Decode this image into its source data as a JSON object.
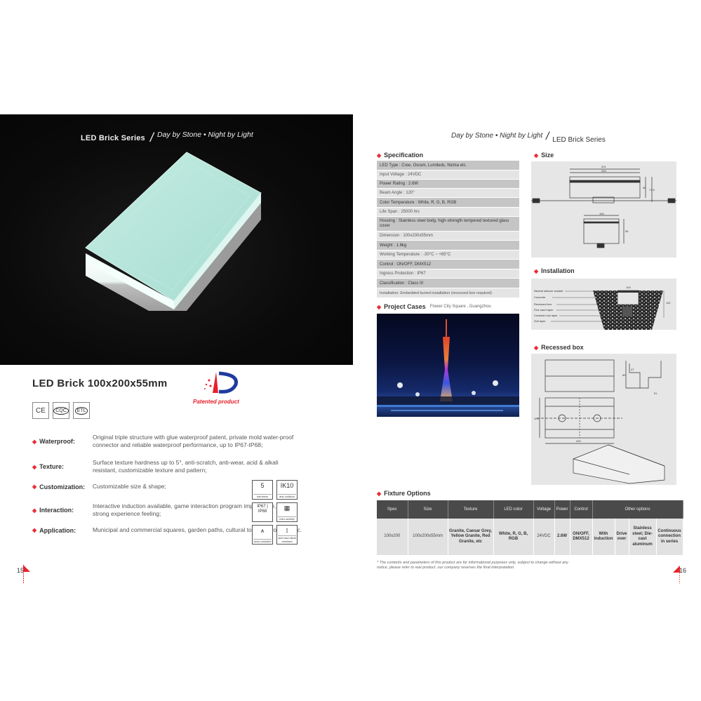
{
  "left_page": {
    "hero": {
      "series": "LED Brick Series",
      "slash": "/",
      "motto": "Day by Stone  •  Night by Light"
    },
    "product_title": "LED Brick 100x200x55mm",
    "patent_label": "Patented product",
    "certifications": [
      {
        "name": "CE",
        "label": "CE"
      },
      {
        "name": "CQC",
        "label": "CQC"
      },
      {
        "name": "ETL",
        "label": "ETL"
      }
    ],
    "features": [
      {
        "label": "Waterproof:",
        "text": "Original triple structure with glue waterproof patent, private mold water-proof connector and reliable waterproof performance, up to IP67-IP68;"
      },
      {
        "label": "Texture:",
        "text": "Surface texture hardness up to 5°, anti-scratch, anti-wear, acid & alkali resistant, customizable texture and pattern;"
      },
      {
        "label": "Customization:",
        "text": "Customizable size & shape;"
      },
      {
        "label": "Interaction:",
        "text": "Interactive induction available, game interaction program implantable, with strong experience feeling;"
      },
      {
        "label": "Application:",
        "text": "Municipal and commercial squares, garden paths, cultural tourism projects, etc."
      }
    ],
    "badges": [
      {
        "big": "5",
        "small": "hardness"
      },
      {
        "big": "IK10",
        "small": "anti-collision"
      },
      {
        "big": "IP67 | IP68",
        "small": ""
      },
      {
        "big": "▦",
        "small": "inter-activity"
      },
      {
        "big": "⩚",
        "small": "wear-resistant"
      },
      {
        "big": "⟟",
        "small": "acid and alkali resistant"
      }
    ],
    "page_number": "15"
  },
  "right_page": {
    "tagline": {
      "motto": "Day by Stone  •  Night by Light",
      "slash": "/",
      "series": "LED Brick Series"
    },
    "specification": {
      "title": "Specification",
      "rows": [
        {
          "text": "LED Type : Cree, Osram, Lumileds, Nichia etc.",
          "shade": "dark"
        },
        {
          "text": "Input Voltage : 24VDC",
          "shade": "light"
        },
        {
          "text": "Power Rating : 2.6W",
          "shade": "dark"
        },
        {
          "text": "Beam Angle : 120°",
          "shade": "light"
        },
        {
          "text": "Color Temperature : White, R, G, B, RGB",
          "shade": "dark"
        },
        {
          "text": "Life Span : 25000 hrs",
          "shade": "light"
        },
        {
          "text": "Housing : Stainless steel body, high-strength tempered textured glass cover",
          "shade": "dark"
        },
        {
          "text": "Dimension : 100x200x55mm",
          "shade": "light"
        },
        {
          "text": "Weight : 1.6kg",
          "shade": "dark"
        },
        {
          "text": "Working Temperature : -30°C ~ +65°C",
          "shade": "light"
        },
        {
          "text": "Control : ON/OFF, DMX512",
          "shade": "dark"
        },
        {
          "text": "Ingress Protection : IP67",
          "shade": "light"
        },
        {
          "text": "Classification : Class III",
          "shade": "dark"
        },
        {
          "text": "Installation: Embedded buried installation (recessed box required)",
          "shade": "light"
        }
      ]
    },
    "project_cases": {
      "title": "Project Cases",
      "location": "Flower City Square , Guangzhou"
    },
    "size": {
      "title": "Size",
      "dims": [
        "201",
        "200",
        "55",
        "71.5",
        "100",
        "55"
      ]
    },
    "installation": {
      "title": "Installation",
      "layers": [
        "Neutral silicone sealant",
        "Concrete",
        "Recessed box",
        "Fine sand layer",
        "Crushed rock layer",
        "Soil layer"
      ],
      "dims": [
        "100",
        "110"
      ]
    },
    "recessed_box": {
      "title": "Recessed box",
      "dims": [
        "60",
        "47",
        "51",
        "100",
        "200"
      ]
    },
    "fixture_options": {
      "title": "Fixture Options",
      "headers": [
        "Spec",
        "Size",
        "Texture",
        "LED color",
        "Voltage",
        "Power",
        "Control",
        "Other options"
      ],
      "row": {
        "spec": "100x200",
        "size": "100x200x55mm",
        "texture": "Granite, Caesar Grey, Yellow Granite, Red Granite, etc",
        "led_color": "White, R, G, B, RGB",
        "voltage": "24VDC",
        "power": "2.6W",
        "control": "ON/OFF, DMX512",
        "other": [
          "With induction",
          "Drive over",
          "Stainless steel; Die-cast aluminum",
          "Continuous connection in series"
        ]
      }
    },
    "disclaimer": "* The contents and parameters of this product are for informational purposes only, subject to change without any notice, please refer to real product. our company reserves the final interpretation.",
    "page_number": "16"
  },
  "colors": {
    "accent_red": "#e8212b",
    "table_header": "#4a4a4a",
    "spec_dark": "#c5c5c5",
    "spec_light": "#e4e4e4",
    "panel_gray": "#e6e6e6"
  }
}
